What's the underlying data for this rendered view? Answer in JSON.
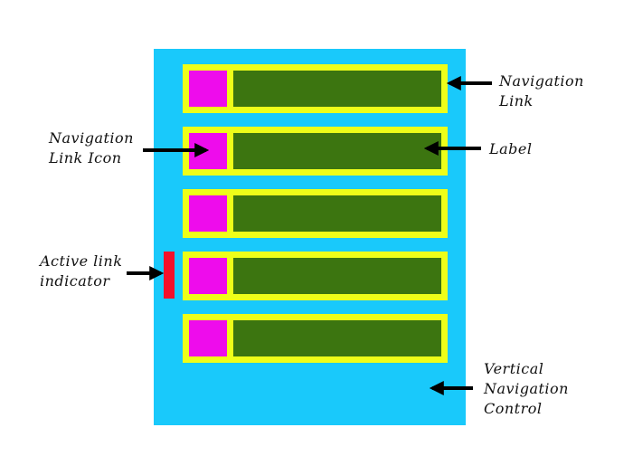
{
  "diagram": {
    "colors": {
      "control_background": "#19c9fb",
      "link_border": "#eefe19",
      "link_icon": "#ee0cec",
      "link_label": "#3c7510",
      "active_indicator": "#f4102a",
      "arrow": "#000000"
    },
    "nav_links": [
      {
        "index": 1,
        "active": false
      },
      {
        "index": 2,
        "active": false
      },
      {
        "index": 3,
        "active": false
      },
      {
        "index": 4,
        "active": true
      },
      {
        "index": 5,
        "active": false
      }
    ],
    "callouts": {
      "navigation_link": "Navigation\nLink",
      "navigation_link_icon": "Navigation\nLink Icon",
      "label": "Label",
      "active_link_indicator": "Active link\nindicator",
      "vertical_navigation_control": "Vertical\nNavigation\nControl"
    }
  }
}
